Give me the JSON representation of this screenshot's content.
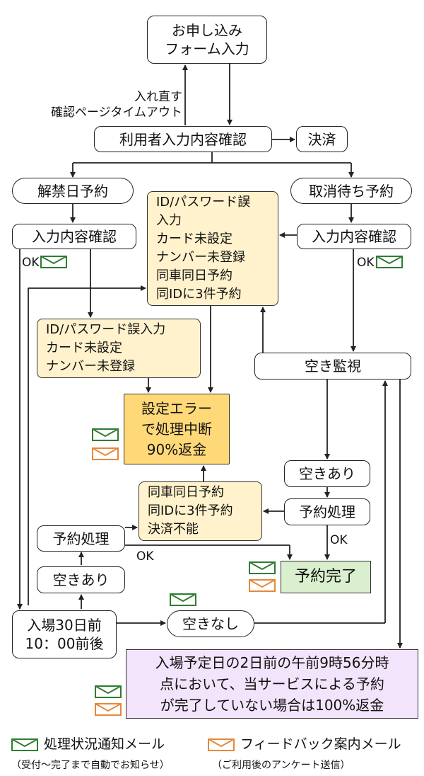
{
  "nodes": {
    "form": "お申し込み\nフォーム入力",
    "confirm": "利用者入力内容確認",
    "payment": "決済",
    "unlock": "解禁日予約",
    "waitlist": "取消待ち予約",
    "input_left": "入力内容確認",
    "input_right": "入力内容確認",
    "error_list_top": "ID/パスワード誤\n入力\nカード未設定\nナンバー未登録\n同車同日予約\n同IDに3件予約",
    "error_list_mid": "ID/パスワード誤入力\nカード未設定\nナンバー未登録",
    "setting_error": "設定エラー\nで処理中断\n90%返金",
    "monitor": "空き監視",
    "avail_right": "空きあり",
    "reserve_right": "予約処理",
    "error_list_bottom": "同車同日予約\n同IDに3件予約\n決済不能",
    "reserve_left": "予約処理",
    "avail_left": "空きあり",
    "entry": "入場30日前\n10：00前後",
    "no_avail": "空きなし",
    "complete": "予約完了",
    "refund_note": "入場予定日の2日前の午前9時56分時\n点において、当サービスによる予約\nが完了していない場合は100%返金"
  },
  "labels": {
    "reentry": "入れ直す\n確認ページタイムアウト",
    "ok_left": "OK",
    "ok_right": "OK",
    "ok_mid": "OK",
    "ok_reserve": "OK"
  },
  "legend": {
    "green_title": "処理状況通知メール",
    "green_sub": "（受付～完了まで自動でお知らせ）",
    "orange_title": "フィードバック案内メール",
    "orange_sub": "（ご利用後のアンケート送信）"
  },
  "colors": {
    "mail_green": "#2e7d32",
    "mail_orange": "#e8873a",
    "error_yellow": "#fff2cc",
    "error_orange": "#ffd978",
    "complete_green": "#d9efce",
    "note_purple": "#f2e4fb"
  }
}
